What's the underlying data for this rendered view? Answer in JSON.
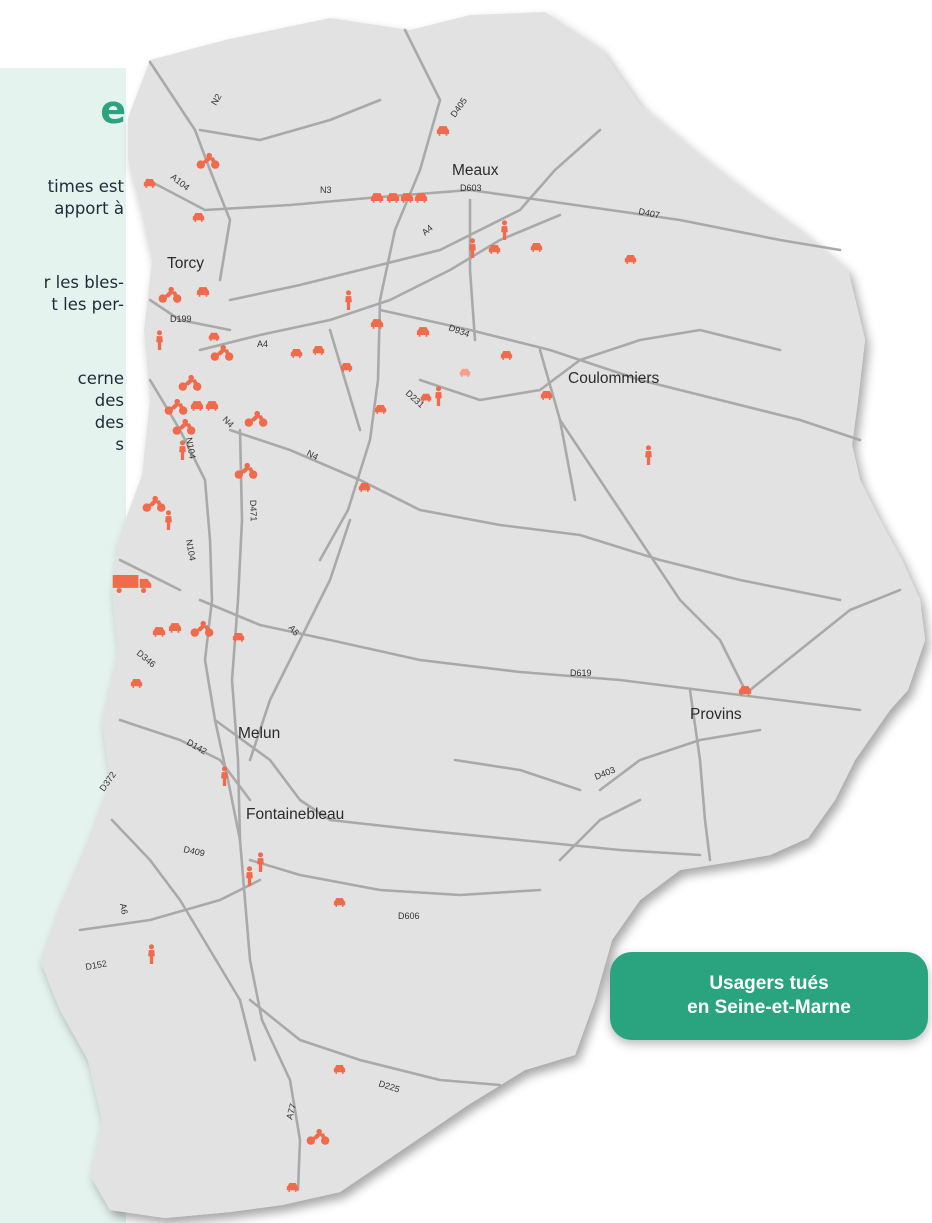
{
  "panel": {
    "heading": "e",
    "lines": [
      "times est",
      "apport à",
      "r les bles-",
      "t les per-",
      "cerne",
      "des",
      "des",
      "s"
    ]
  },
  "map": {
    "cities": [
      "Meaux",
      "Torcy",
      "Coulommiers",
      "Melun",
      "Fontainebleau",
      "Provins"
    ],
    "roads": [
      "N2",
      "D405",
      "N3",
      "D603",
      "D407",
      "A104",
      "A4",
      "D199",
      "D934",
      "A4",
      "D231",
      "N4",
      "N104",
      "N4",
      "D471",
      "N104",
      "A5",
      "D346",
      "D619",
      "D142",
      "D372",
      "D403",
      "D409",
      "D606",
      "A6",
      "D152",
      "D225",
      "A77"
    ],
    "marker_color": "#f06a4c"
  },
  "legend": {
    "line1": "Usagers tués",
    "line2": "en Seine-et-Marne"
  }
}
